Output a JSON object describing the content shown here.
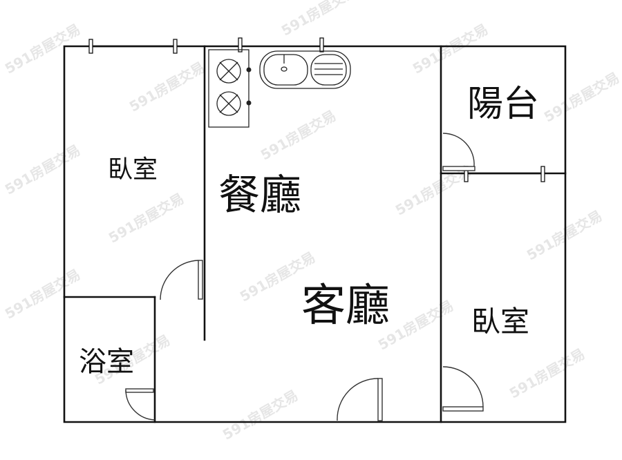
{
  "floorplan": {
    "rooms": [
      {
        "id": "bedroom-left",
        "label": "臥室"
      },
      {
        "id": "dining",
        "label": "餐廳"
      },
      {
        "id": "living",
        "label": "客廳"
      },
      {
        "id": "balcony",
        "label": "陽台"
      },
      {
        "id": "bedroom-right",
        "label": "臥室"
      },
      {
        "id": "bathroom",
        "label": "浴室"
      }
    ],
    "fixtures": [
      "stove-2-burner",
      "double-sink"
    ],
    "watermark": "591房屋交易",
    "colors": {
      "wall": "#111111",
      "background": "#ffffff",
      "watermark": "#e6e6e6"
    }
  }
}
